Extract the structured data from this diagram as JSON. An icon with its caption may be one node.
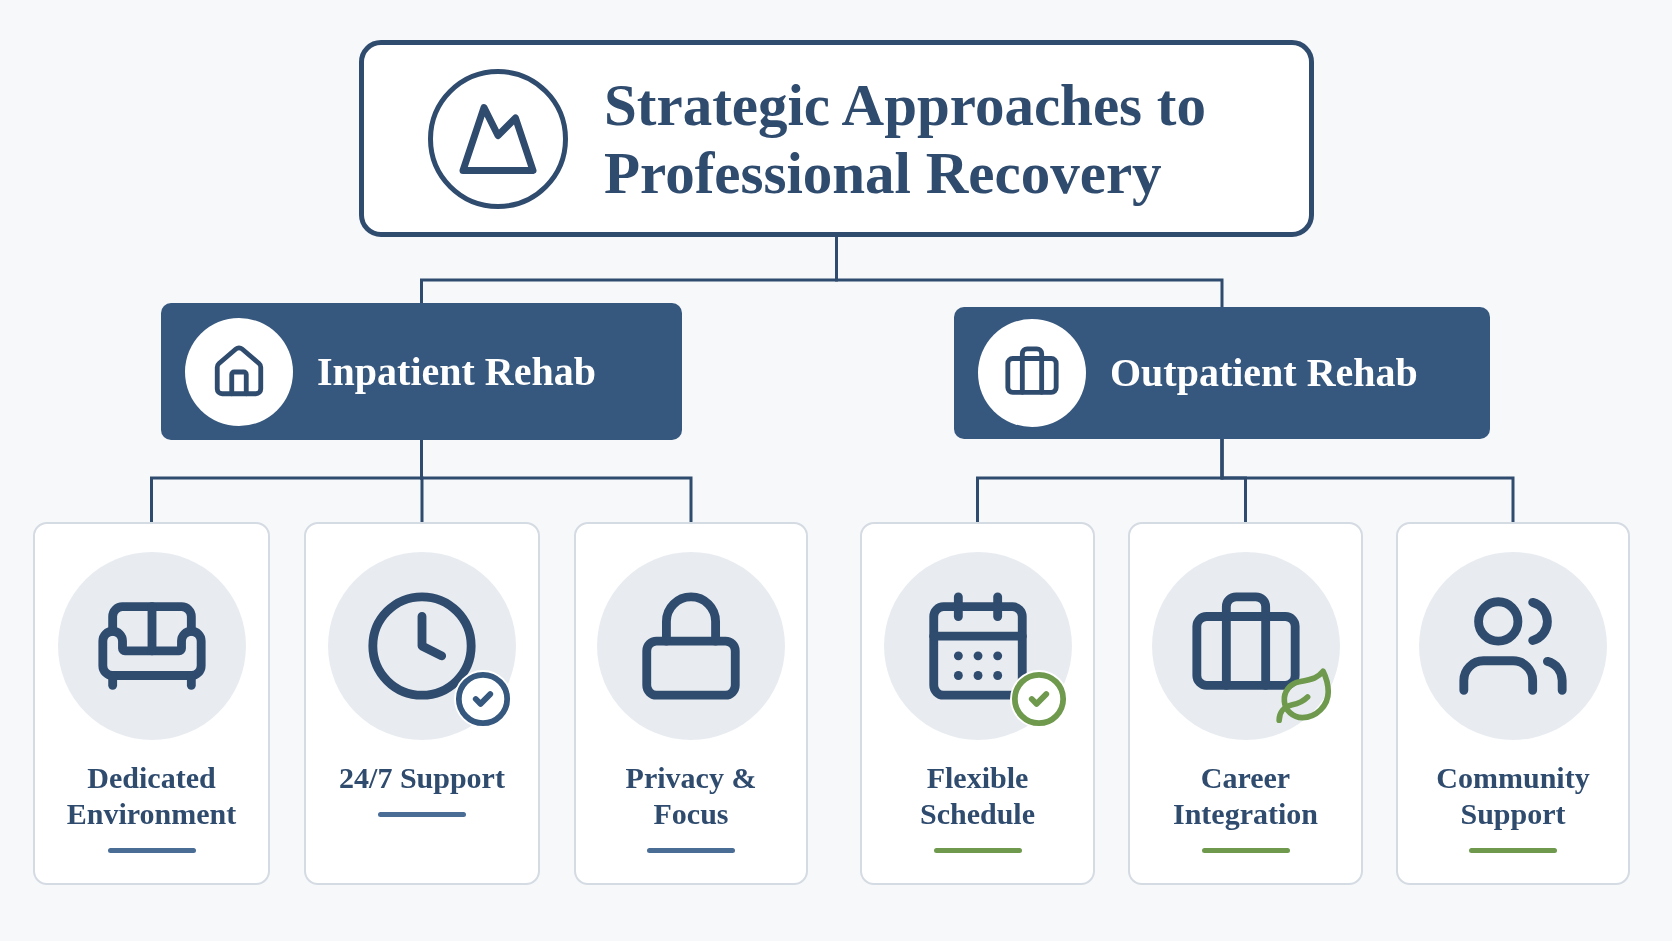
{
  "diagram": {
    "nodes": [
      {
        "text": [
          "Strategic Approaches to Professional Recovery"
        ]
      },
      {
        "text": [
          "Inpatient Rehab"
        ]
      },
      {
        "text": [
          "Outpatient Rehab"
        ]
      },
      {
        "text": [
          "Dedicated Environment"
        ]
      },
      {
        "text": [
          "24/7 Support"
        ]
      },
      {
        "text": [
          "Privacy & Focus"
        ]
      },
      {
        "text": [
          "Flexible Schedule"
        ]
      },
      {
        "text": [
          "Career Integration"
        ]
      },
      {
        "text": [
          "Community Support"
        ]
      }
    ],
    "edges": [
      {
        "from": 0,
        "to": 1,
        "arrow": "none"
      },
      {
        "from": 0,
        "to": 2,
        "arrow": "none"
      },
      {
        "from": 1,
        "to": 3,
        "arrow": "none"
      },
      {
        "from": 1,
        "to": 4,
        "arrow": "none"
      },
      {
        "from": 1,
        "to": 5,
        "arrow": "none"
      },
      {
        "from": 2,
        "to": 6,
        "arrow": "none"
      },
      {
        "from": 2,
        "to": 7,
        "arrow": "none"
      },
      {
        "from": 2,
        "to": 8,
        "arrow": "none"
      }
    ]
  }
}
